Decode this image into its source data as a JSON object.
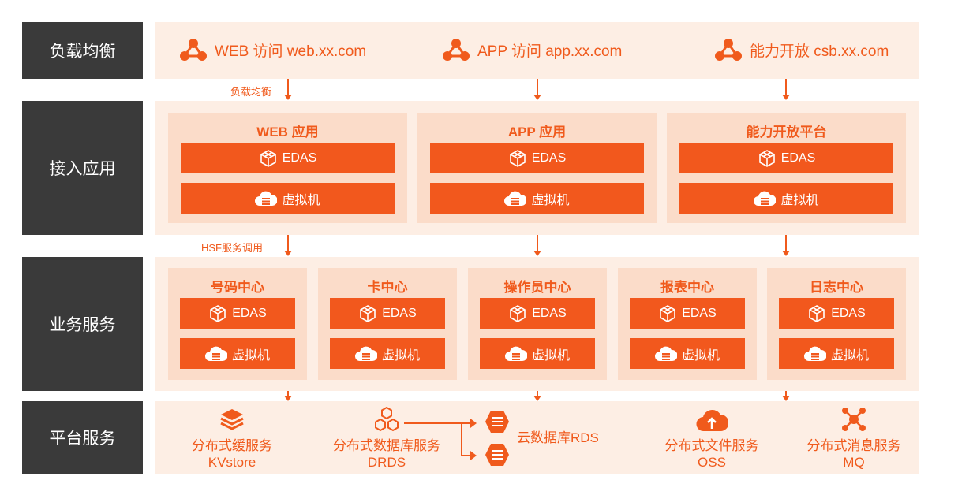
{
  "lanes": {
    "lb": "负载均衡",
    "access": "接入应用",
    "business": "业务服务",
    "platform": "平台服务"
  },
  "load_balancer": {
    "items": [
      {
        "label": "WEB 访问 web.xx.com",
        "icon": "network-icon"
      },
      {
        "label": "APP 访问 app.xx.com",
        "icon": "network-icon"
      },
      {
        "label": "能力开放 csb.xx.com",
        "icon": "network-icon"
      }
    ]
  },
  "arrows": {
    "lb_to_access": "负载均衡",
    "access_to_business": "HSF服务调用"
  },
  "access_apps": [
    {
      "title": "WEB 应用",
      "edas": "EDAS",
      "vm": "虚拟机"
    },
    {
      "title": "APP 应用",
      "edas": "EDAS",
      "vm": "虚拟机"
    },
    {
      "title": "能力开放平台",
      "edas": "EDAS",
      "vm": "虚拟机"
    }
  ],
  "business_services": [
    {
      "title": "号码中心",
      "edas": "EDAS",
      "vm": "虚拟机"
    },
    {
      "title": "卡中心",
      "edas": "EDAS",
      "vm": "虚拟机"
    },
    {
      "title": "操作员中心",
      "edas": "EDAS",
      "vm": "虚拟机"
    },
    {
      "title": "报表中心",
      "edas": "EDAS",
      "vm": "虚拟机"
    },
    {
      "title": "日志中心",
      "edas": "EDAS",
      "vm": "虚拟机"
    }
  ],
  "platform": {
    "kvstore": {
      "name": "分布式缓服务",
      "product": "KVstore",
      "icon": "layers-icon"
    },
    "drds": {
      "name": "分布式数据库服务",
      "product": "DRDS",
      "icon": "hexagon-cluster-icon"
    },
    "rds": {
      "label": "云数据库RDS",
      "icon": "database-hexagon-icon"
    },
    "oss": {
      "name": "分布式文件服务",
      "product": "OSS",
      "icon": "cloud-upload-icon"
    },
    "mq": {
      "name": "分布式消息服务",
      "product": "MQ",
      "icon": "message-hub-icon"
    }
  },
  "colors": {
    "accent": "#f05a1c",
    "lane": "#3a3a3a",
    "band": "#fdeee4",
    "column": "#fbdcc9"
  }
}
